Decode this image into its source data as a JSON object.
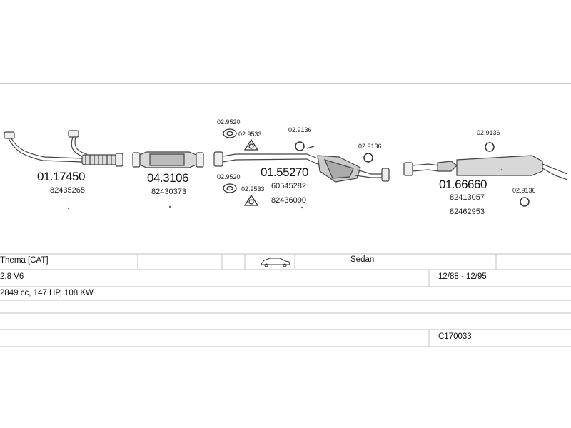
{
  "parts": [
    {
      "id": "part1",
      "main": "01.17450",
      "subs": [
        "82435265"
      ]
    },
    {
      "id": "part2",
      "main": "04.3106",
      "subs": [
        "82430373"
      ]
    },
    {
      "id": "part3",
      "main": "01.55270",
      "subs": [
        "60545282",
        "82436090"
      ]
    },
    {
      "id": "part4",
      "main": "01.66660",
      "subs": [
        "82413057",
        "82462953"
      ]
    }
  ],
  "small_parts": [
    "02.9520",
    "02.9533",
    "02.9136",
    "02.9136",
    "02.9520",
    "02.9533",
    "02.9136",
    "02.9136"
  ],
  "vehicle": {
    "model": "Thema  [CAT]",
    "body": "Sedan",
    "engine": "2.8 V6",
    "years": "12/88 - 12/95",
    "specs": "2849 cc, 147 HP, 108 KW",
    "code": "C170033",
    "body_icon": "car-icon"
  }
}
